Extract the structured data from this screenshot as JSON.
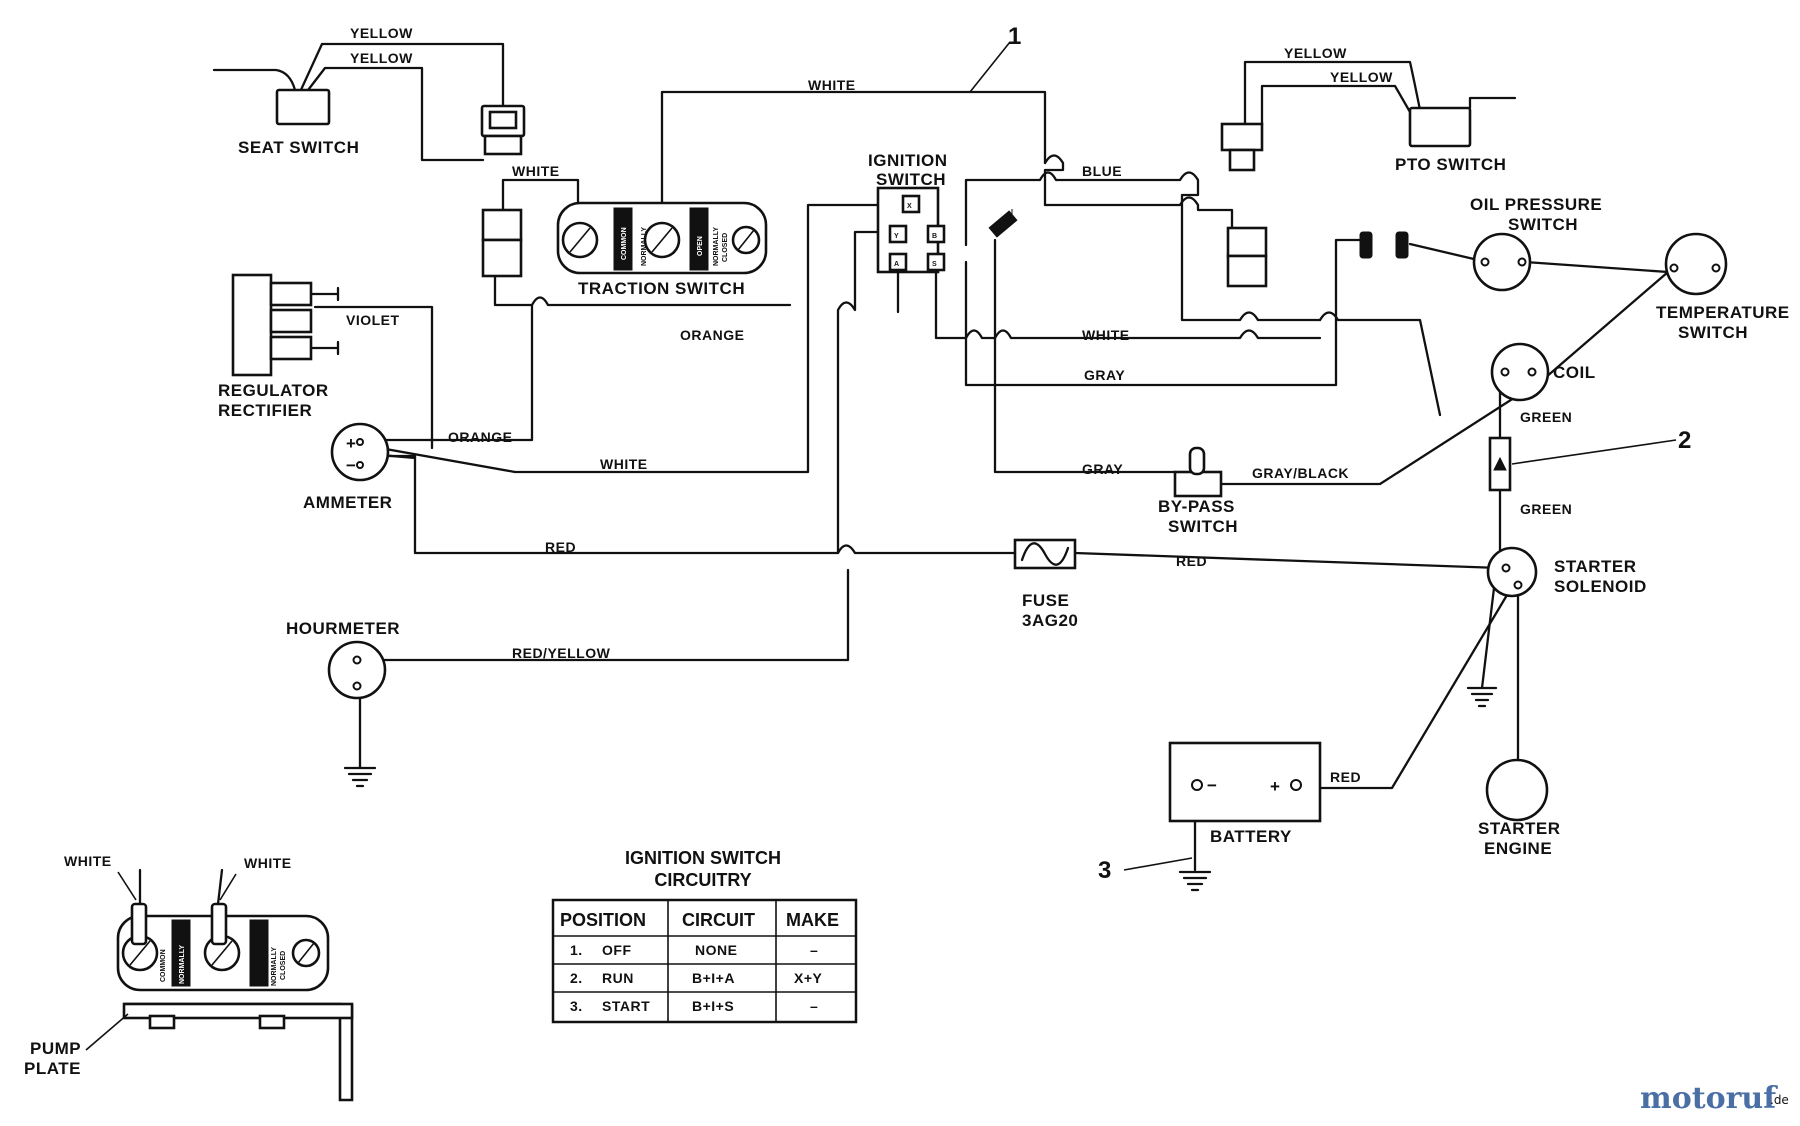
{
  "wire_colors": {
    "yellow": "YELLOW",
    "white": "WHITE",
    "blue": "BLUE",
    "violet": "VIOLET",
    "orange": "ORANGE",
    "gray": "GRAY",
    "gray_black": "GRAY/BLACK",
    "green": "GREEN",
    "red": "RED",
    "red_yellow": "RED/YELLOW"
  },
  "components": {
    "seat_switch": "SEAT SWITCH",
    "pto_switch": "PTO SWITCH",
    "ignition_switch": [
      "IGNITION",
      "SWITCH"
    ],
    "traction_switch": "TRACTION SWITCH",
    "regulator_rectifier": [
      "REGULATOR",
      "RECTIFIER"
    ],
    "ammeter": "AMMETER",
    "hourmeter": "HOURMETER",
    "oil_pressure_switch": [
      "OIL PRESSURE",
      "SWITCH"
    ],
    "temperature_switch": [
      "TEMPERATURE",
      "SWITCH"
    ],
    "coil": "COIL",
    "bypass_switch": [
      "BY-PASS",
      "SWITCH"
    ],
    "fuse": [
      "FUSE",
      "3AG20"
    ],
    "starter_solenoid": [
      "STARTER",
      "SOLENOID"
    ],
    "battery": "BATTERY",
    "starter_engine": [
      "STARTER",
      "ENGINE"
    ],
    "pump_plate": [
      "PUMP",
      "PLATE"
    ]
  },
  "switch_terminals": {
    "common": "COMMON",
    "normally_open": [
      "NORMALLY",
      "OPEN"
    ],
    "normally_closed": [
      "NORMALLY",
      "CLOSED"
    ]
  },
  "ignition_terminals": {
    "x": "X",
    "y": "Y",
    "b": "B",
    "a": "A",
    "s": "S",
    "i": "I"
  },
  "polarity": {
    "plus": "+",
    "minus": "−"
  },
  "callouts": {
    "c1": "1",
    "c2": "2",
    "c3": "3"
  },
  "ignition_table": {
    "title": [
      "IGNITION SWITCH",
      "CIRCUITRY"
    ],
    "headers": [
      "POSITION",
      "CIRCUIT",
      "MAKE"
    ],
    "rows": [
      {
        "num": "1.",
        "pos": "OFF",
        "circuit": "NONE",
        "make": "–"
      },
      {
        "num": "2.",
        "pos": "RUN",
        "circuit": "B+I+A",
        "make": "X+Y"
      },
      {
        "num": "3.",
        "pos": "START",
        "circuit": "B+I+S",
        "make": "–"
      }
    ]
  },
  "watermark": {
    "brand": "motoruf",
    "tld": ".de"
  }
}
